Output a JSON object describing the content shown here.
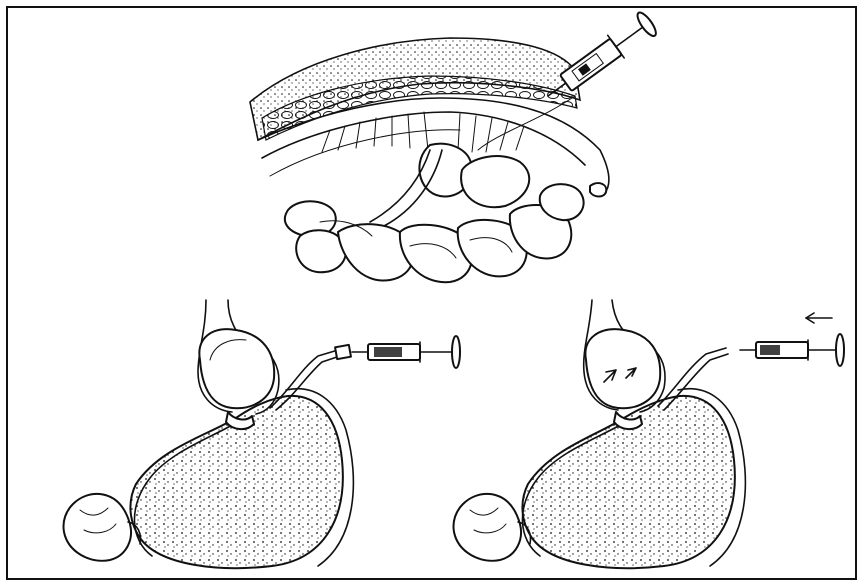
{
  "figure": {
    "panels": [
      {
        "id": "top",
        "depicts": "abdominal-wall-injection"
      },
      {
        "id": "bottom-left",
        "depicts": "stomach-balloon-syringe-inflation"
      },
      {
        "id": "bottom-right",
        "depicts": "stomach-balloon-syringe-deflation"
      }
    ],
    "arrow_direction": "left",
    "ink_color": "#111111",
    "background_color": "#ffffff"
  }
}
